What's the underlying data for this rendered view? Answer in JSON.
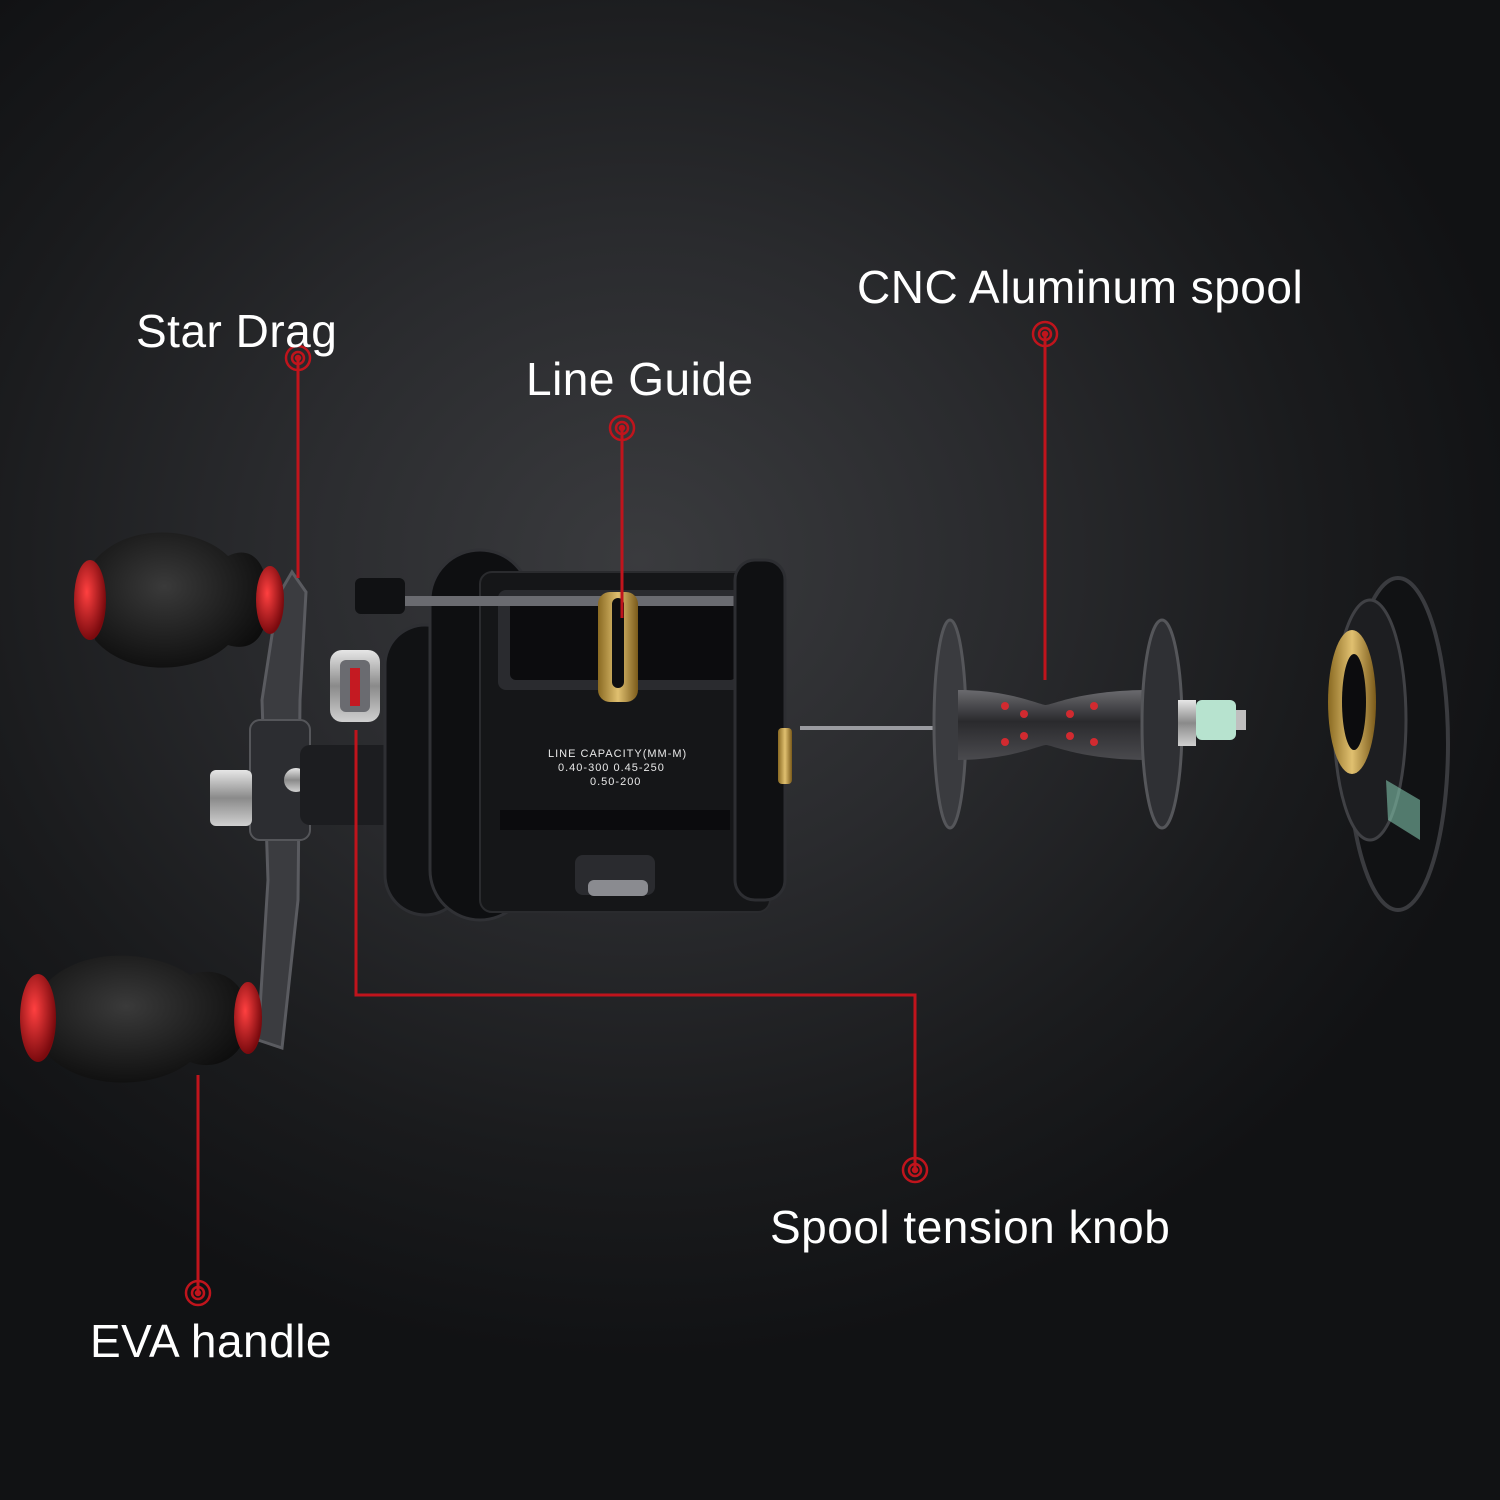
{
  "callouts": {
    "star_drag": "Star Drag",
    "line_guide": "Line Guide",
    "spool": "CNC Aluminum spool",
    "tension_knob": "Spool tension knob",
    "eva_handle": "EVA handle"
  },
  "reel_print": {
    "line1": "LINE CAPACITY(MM-M)",
    "line2": "0.40-300 0.45-250",
    "line3": "0.50-200"
  },
  "colors": {
    "accent": "#c0141c",
    "label_text": "#ffffff",
    "background": "#222326"
  }
}
